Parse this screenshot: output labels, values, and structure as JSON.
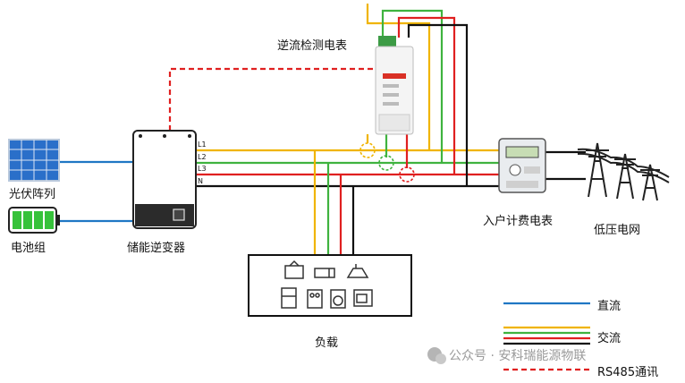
{
  "labels": {
    "pv_array": "光伏阵列",
    "battery": "电池组",
    "inverter": "储能逆变器",
    "meter_reverse": "逆流检测电表",
    "meter_house": "入户计费电表",
    "grid": "低压电网",
    "load": "负载",
    "terminal_l1": "L1",
    "terminal_l2": "L2",
    "terminal_l3": "L3",
    "terminal_n": "N"
  },
  "legend": {
    "dc": "直流",
    "ac": "交流",
    "rs485": "RS485通讯"
  },
  "watermark": "公众号 · 安科瑞能源物联",
  "colors": {
    "dc": "#1f77c4",
    "l1": "#f0b400",
    "l2": "#3fb33f",
    "l3": "#e02020",
    "n": "#111111",
    "rs485": "#e02020"
  }
}
